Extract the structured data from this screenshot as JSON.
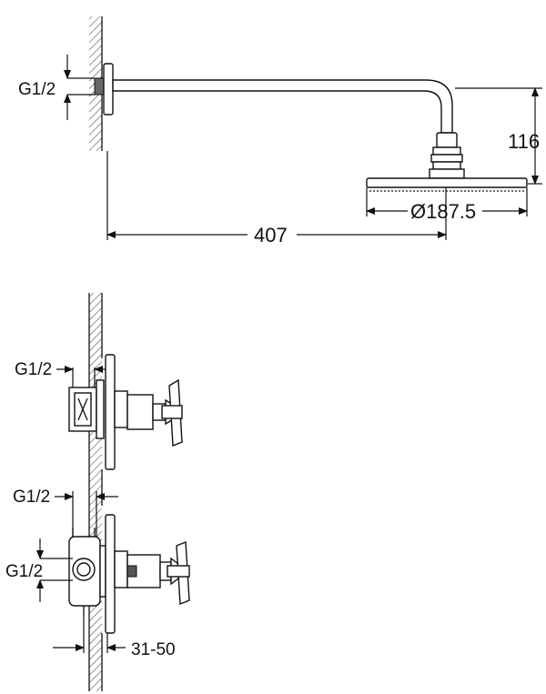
{
  "top_view": {
    "inlet_label": "G1/2",
    "height_label": "116",
    "diameter_label": "Ø187.5",
    "length_label": "407"
  },
  "bottom_view": {
    "upper_inlet_label": "G1/2",
    "middle_inlet_label": "G1/2",
    "lower_inlet_label": "G1/2",
    "wall_depth_label": "31-50"
  }
}
